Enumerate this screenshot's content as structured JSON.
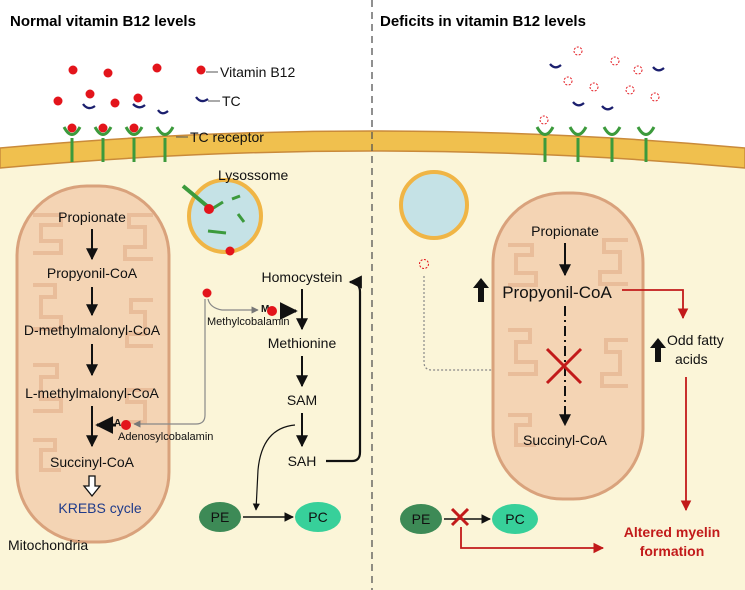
{
  "panels": {
    "left_title": "Normal vitamin B12 levels",
    "right_title": "Deficits in vitamin B12 levels"
  },
  "legend": {
    "vitamin_b12": "Vitamin B12",
    "tc": "TC",
    "tc_receptor": "TC receptor"
  },
  "left": {
    "lysosome": "Lysossome",
    "pathway": [
      "Propionate",
      "Propyonil-CoA",
      "D-methylmalonyl-CoA",
      "L-methylmalonyl-CoA",
      "Succinyl-CoA"
    ],
    "krebs": "KREBS cycle",
    "mitochondria": "Mitochondria",
    "adenosyl_letter": "A",
    "adenosyl": "Adenosylcobalamin",
    "methyl_letter": "M",
    "methyl": "Methylcobalamin",
    "methyl_cycle": [
      "Homocystein",
      "Methionine",
      "SAM",
      "SAH"
    ],
    "pe": "PE",
    "pc": "PC"
  },
  "right": {
    "propionate": "Propionate",
    "propyonil": "Propyonil-CoA",
    "succinyl": "Succinyl-CoA",
    "odd_fatty_1": "Odd fatty",
    "odd_fatty_2": "acids",
    "pe": "PE",
    "pc": "PC",
    "altered_1": "Altered myelin",
    "altered_2": "formation"
  },
  "colors": {
    "b12": "#e3141b",
    "tc": "#1b1f6e",
    "receptor": "#3c9a3c",
    "membrane": "#f0c04e",
    "cell": "#fbf5d8",
    "mito_fill": "#f4d4b4",
    "mito_edge": "#d9a27c",
    "lysosome": "#c5e2e6",
    "pe": "#3d8a56",
    "pc": "#37d09a",
    "alert": "#c21a1a",
    "krebs": "#1f3b8a"
  }
}
